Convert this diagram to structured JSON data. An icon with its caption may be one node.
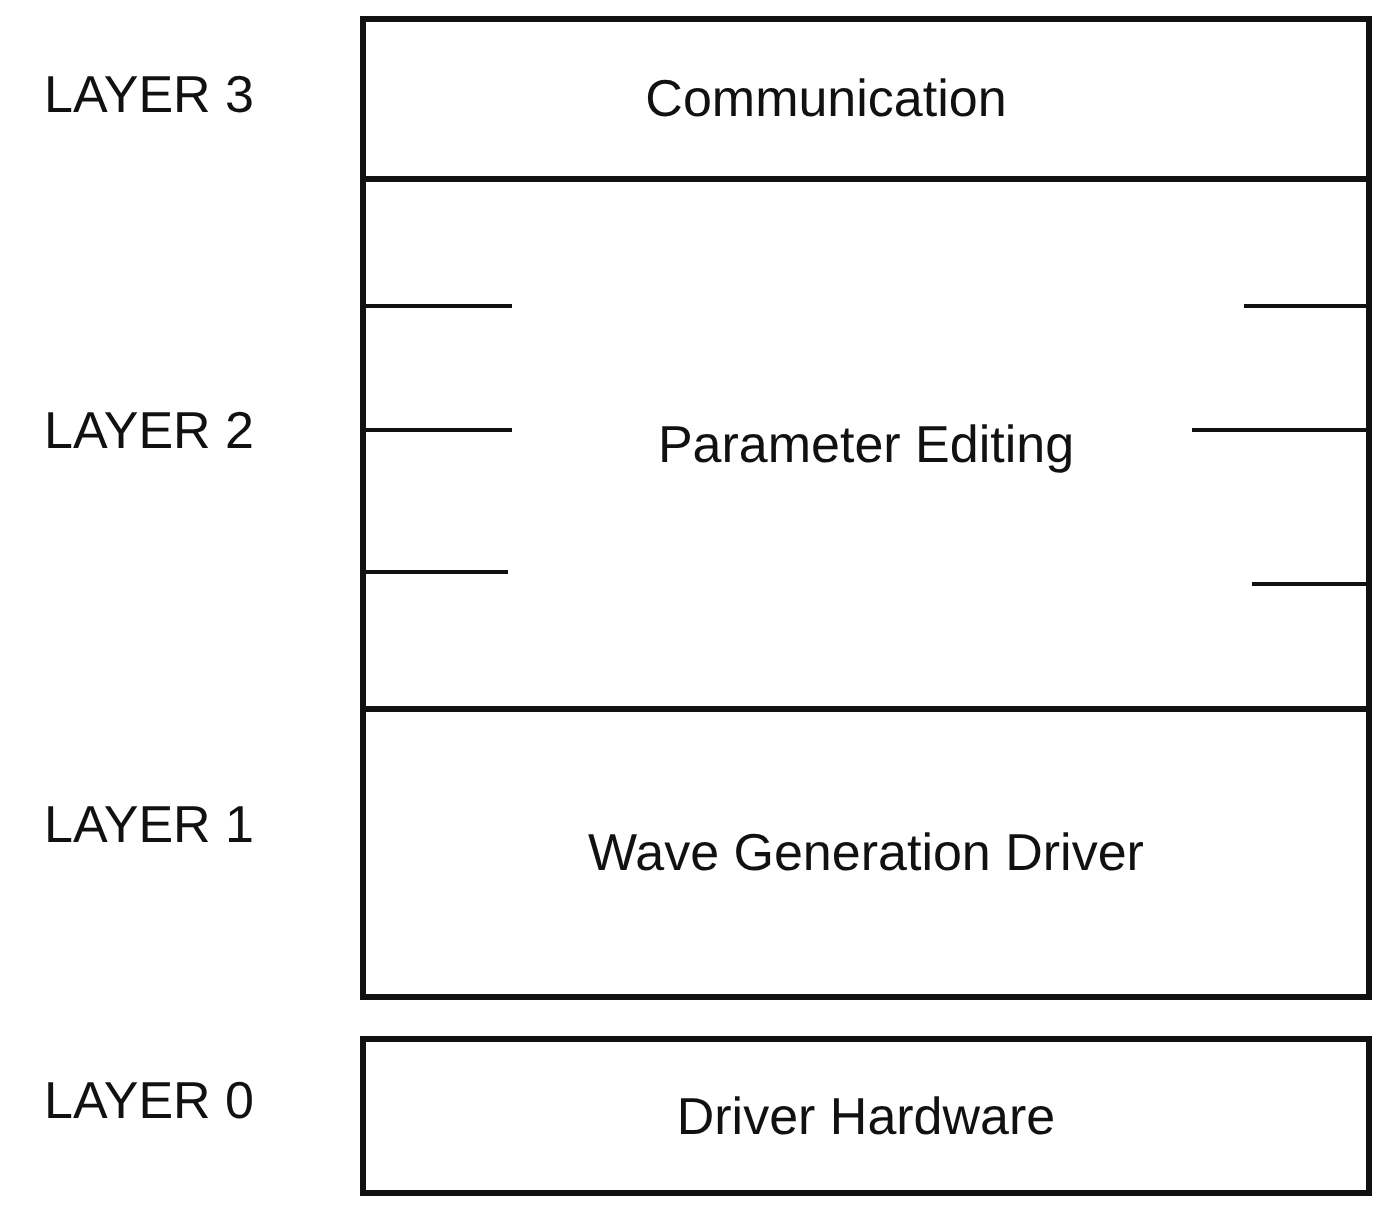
{
  "diagram": {
    "nodes": [
      {
        "text": [
          "Communication"
        ],
        "beside": [
          "LAYER 3"
        ]
      },
      {
        "text": [
          "Parameter Editing"
        ],
        "beside": [
          "LAYER 2"
        ]
      },
      {
        "text": [
          "Wave Generation Driver"
        ],
        "beside": [
          "LAYER 1"
        ]
      },
      {
        "text": [
          "Driver Hardware"
        ],
        "beside": [
          "LAYER 0"
        ]
      }
    ]
  }
}
